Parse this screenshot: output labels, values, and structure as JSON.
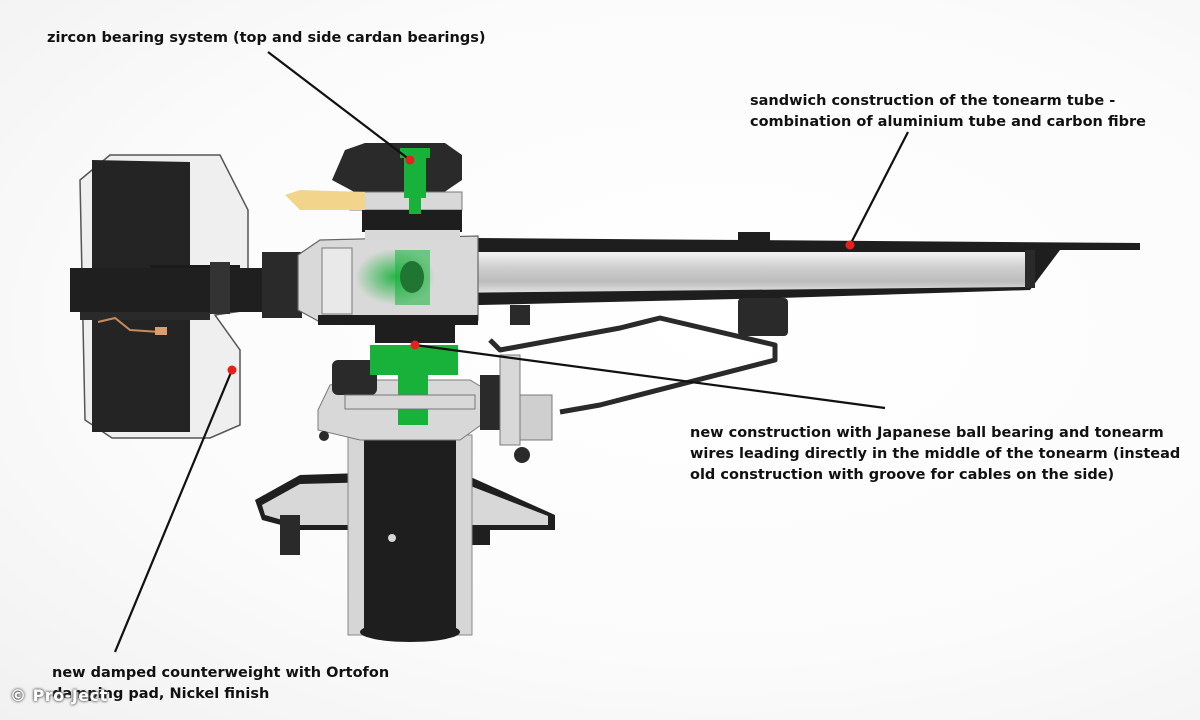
{
  "annotations": {
    "zircon": {
      "lines": [
        "zircon bearing system (top and side cardan bearings)"
      ]
    },
    "tube": {
      "lines": [
        "sandwich construction of the tonearm tube -",
        "combination of aluminium tube and carbon fibre"
      ]
    },
    "bearing": {
      "lines": [
        "new construction with Japanese ball bearing and tonearm",
        "wires leading directly in the middle of the tonearm (instead",
        "old construction with groove for cables on the side)"
      ]
    },
    "counterweight": {
      "lines": [
        "new damped counterweight with Ortofon",
        "damping pad, Nickel finish"
      ]
    }
  },
  "watermark": "© Pro-Ject",
  "colors": {
    "bearing_green": "#18b23a",
    "marker_red": "#e3231b",
    "metal_grey": "#d9d9d9",
    "dark_body": "#2a2a2a"
  }
}
